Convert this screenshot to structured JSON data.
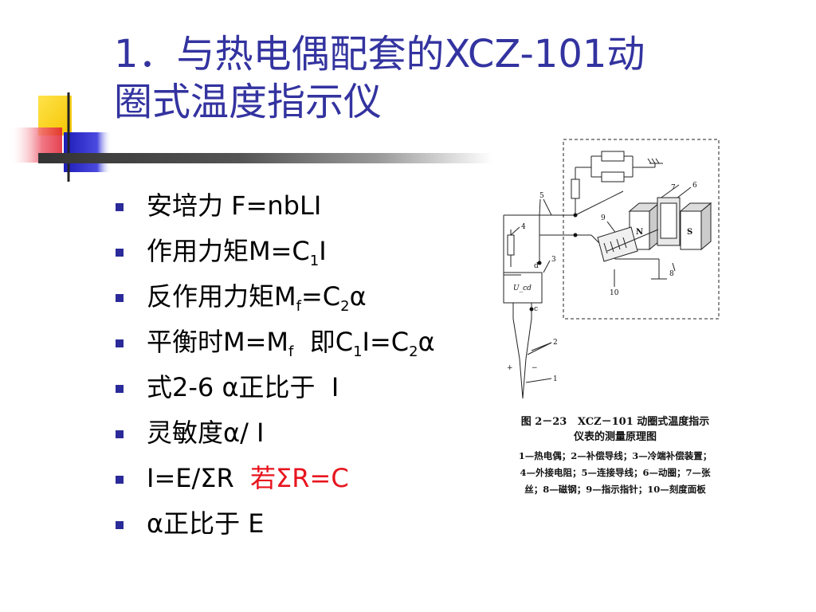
{
  "title": {
    "line1": "1．与热电偶配套的XCZ-101动",
    "line2": "圈式温度指示仪"
  },
  "bullets": [
    {
      "pre": "安培力  F=nbLI"
    },
    {
      "pre": "作用力矩M=C",
      "sub1": "1",
      "post": "I"
    },
    {
      "pre": "反作用力矩M",
      "sub1": "f",
      "mid": "=C",
      "sub2": "2",
      "post": "α"
    },
    {
      "pre": "平衡时M=M",
      "sub1": "f",
      "mid": "  即C",
      "sub2": "1",
      "mid2": "I=C",
      "sub3": "2",
      "post": "α"
    },
    {
      "pre": "式2-6 α正比于  I"
    },
    {
      "pre": "灵敏度α/ I"
    },
    {
      "pre": "I=E/ΣR  ",
      "red": "若ΣR=C"
    },
    {
      "pre": "α正比于 E"
    }
  ],
  "figure": {
    "labels": [
      "1",
      "2",
      "3",
      "4",
      "5",
      "6",
      "7",
      "8",
      "9",
      "10",
      "d",
      "c",
      "+",
      "−",
      "N",
      "S",
      "U_cd"
    ],
    "caption_title_line1": "图 2－23   XCZ－101 动圈式温度指示",
    "caption_title_line2": "仪表的测量原理图",
    "legend": [
      "1—热电偶；2—补偿导线；3—冷端补偿装置；",
      "4—外接电阻；5—连接导线；6—动圈；7—张",
      "丝；8—磁钢；9—指示指针；10—刻度面板"
    ]
  },
  "colors": {
    "title": "#3333a0",
    "bullet_marker": "#2a2a9a",
    "highlight": "#e8141e",
    "deco_yellow": "#ffd200",
    "deco_blue": "#2b2bd0",
    "deco_red": "#e8323c"
  }
}
